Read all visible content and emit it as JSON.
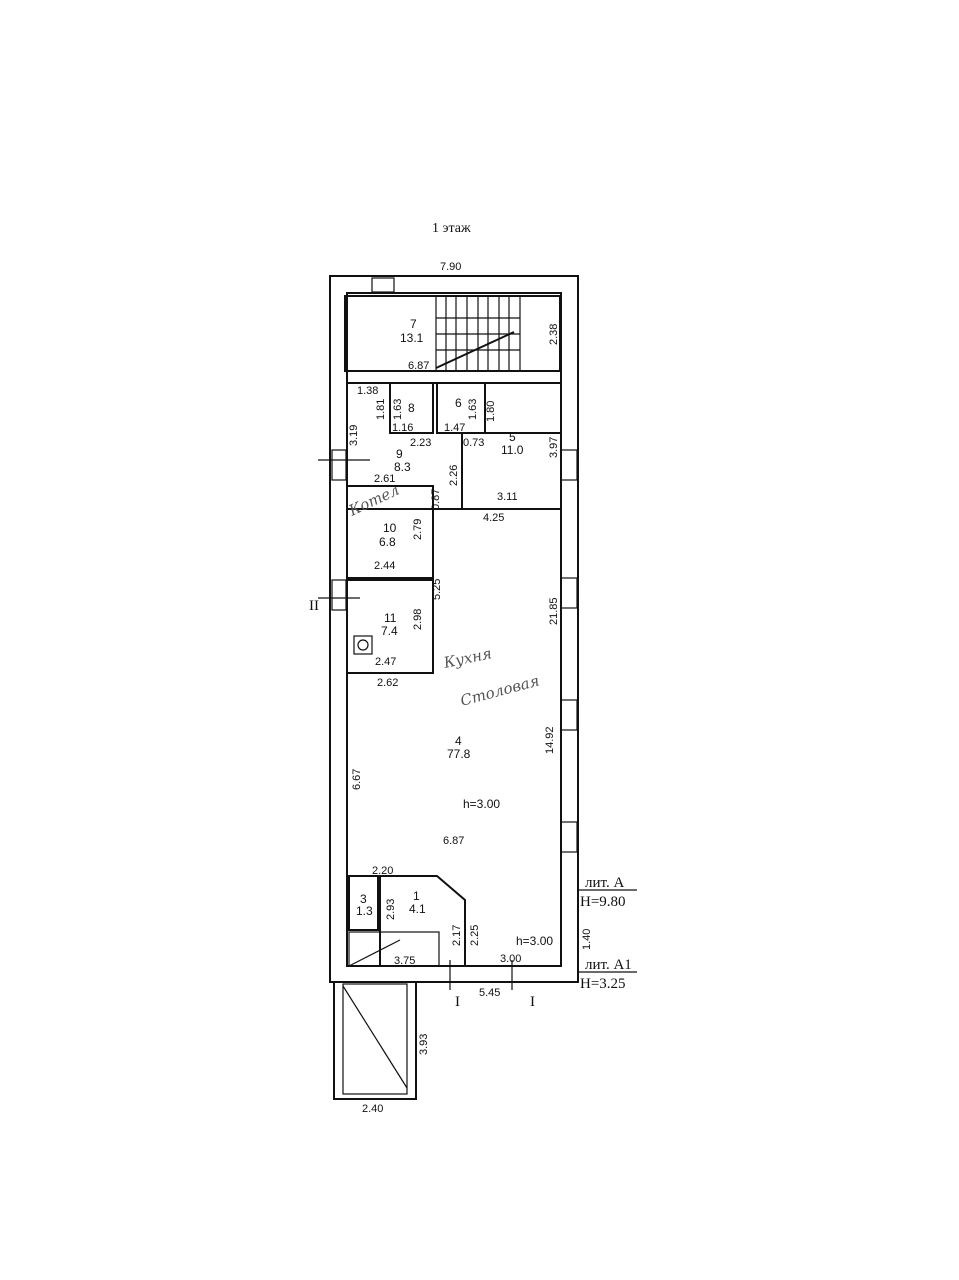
{
  "title": "1 этаж",
  "rooms": [
    {
      "no": "7",
      "area": "13.1"
    },
    {
      "no": "8",
      "area": ""
    },
    {
      "no": "6",
      "area": ""
    },
    {
      "no": "9",
      "area": "8.3"
    },
    {
      "no": "5",
      "area": "11.0"
    },
    {
      "no": "10",
      "area": "6.8"
    },
    {
      "no": "11",
      "area": "7.4"
    },
    {
      "no": "4",
      "area": "77.8"
    },
    {
      "no": "3",
      "area": "1.3"
    },
    {
      "no": "1",
      "area": "4.1"
    }
  ],
  "dimensions": [
    "7.90",
    "2.38",
    "6.87",
    "1.38",
    "1.81",
    "1.63",
    "1.16",
    "1.63",
    "1.80",
    "1.47",
    "2.23",
    "0.73",
    "3.19",
    "3.97",
    "2.26",
    "2.61",
    "0.87",
    "3.11",
    "4.25",
    "2.79",
    "2.44",
    "5.25",
    "21.85",
    "2.98",
    "2.47",
    "2.62",
    "14.92",
    "6.67",
    "6.87",
    "2.20",
    "2.93",
    "2.17",
    "2.25",
    "3.75",
    "3.00",
    "1.40",
    "5.45",
    "3.93",
    "2.40"
  ],
  "heights": {
    "main": "h=3.00",
    "entry": "h=3.00"
  },
  "litera": {
    "a_label": "лит. А",
    "a_height": "Н=9.80",
    "a1_label": "лит. А1",
    "a1_height": "Н=3.25"
  },
  "section_marks": [
    "II",
    "I",
    "I"
  ],
  "handwritten": {
    "boiler": "Котел",
    "kitchen_line1": "Кухня",
    "kitchen_line2": "Столовая"
  }
}
